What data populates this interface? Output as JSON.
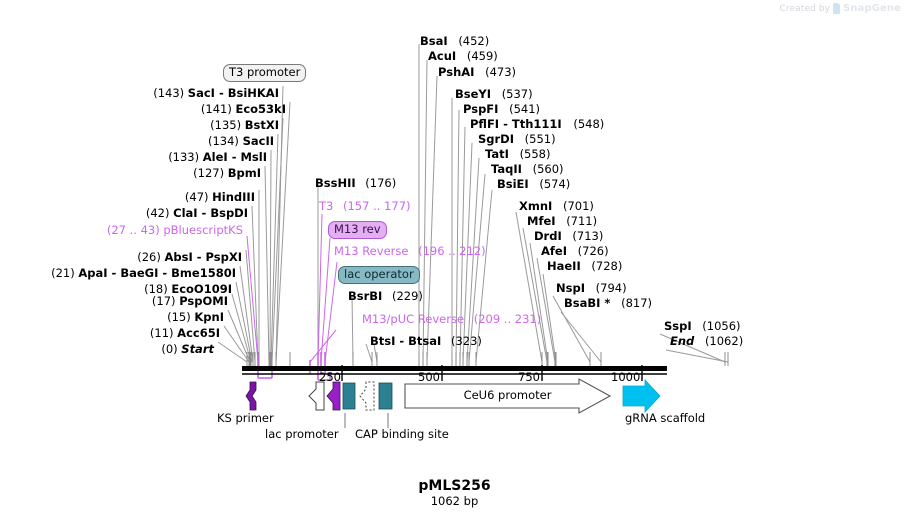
{
  "watermark": {
    "prefix": "Created by",
    "brand": "SnapGene"
  },
  "plasmid": {
    "name": "pMLS256",
    "length": "1062 bp"
  },
  "ruler": {
    "ticks": [
      "250",
      "500",
      "750",
      "1000"
    ],
    "tick_values": [
      250,
      500,
      750,
      1000
    ],
    "start": 0,
    "end": 1062
  },
  "enzymes_left": [
    {
      "name": "SacI",
      "name2": "BsiHKAI",
      "pos": "(143)",
      "order": "pos-first"
    },
    {
      "name": "Eco53kI",
      "pos": "(141)",
      "order": "pos-first"
    },
    {
      "name": "BstXI",
      "pos": "(135)",
      "order": "pos-first"
    },
    {
      "name": "SacII",
      "pos": "(134)",
      "order": "pos-first"
    },
    {
      "name": "AleI",
      "name2": "MslI",
      "pos": "(133)",
      "order": "pos-first"
    },
    {
      "name": "BpmI",
      "pos": "(127)",
      "order": "pos-first"
    },
    {
      "name": "HindIII",
      "pos": "(47)",
      "order": "pos-first"
    },
    {
      "name": "ClaI",
      "name2": "BspDI",
      "pos": "(42)",
      "order": "pos-first"
    },
    {
      "name": "AbsI",
      "name2": "PspXI",
      "pos": "(26)",
      "order": "pos-first"
    },
    {
      "name": "ApaI",
      "name2": "BaeGI",
      "name3": "Bme1580I",
      "pos": "(21)",
      "order": "pos-first"
    },
    {
      "name": "EcoO109I",
      "pos": "(18)",
      "order": "pos-first"
    },
    {
      "name": "PspOMI",
      "pos": "(17)",
      "order": "pos-first"
    },
    {
      "name": "KpnI",
      "pos": "(15)",
      "order": "pos-first"
    },
    {
      "name": "Acc65I",
      "pos": "(11)",
      "order": "pos-first"
    },
    {
      "name": "Start",
      "pos": "(0)",
      "order": "pos-first",
      "italic": true
    }
  ],
  "enzymes_mid": [
    {
      "name": "BssHII",
      "pos": "(176)"
    },
    {
      "name": "BsrBI",
      "pos": "(229)"
    },
    {
      "name": "BtsI",
      "name2": "BtsaI",
      "pos": "(323)"
    }
  ],
  "enzymes_right": [
    {
      "name": "BsaI",
      "pos": "(452)"
    },
    {
      "name": "AcuI",
      "pos": "(459)"
    },
    {
      "name": "PshAI",
      "pos": "(473)"
    },
    {
      "name": "BseYI",
      "pos": "(537)"
    },
    {
      "name": "PspFI",
      "pos": "(541)"
    },
    {
      "name": "PflFI",
      "name2": "Tth111I",
      "pos": "(548)"
    },
    {
      "name": "SgrDI",
      "pos": "(551)"
    },
    {
      "name": "TatI",
      "pos": "(558)"
    },
    {
      "name": "TaqII",
      "pos": "(560)"
    },
    {
      "name": "BsiEI",
      "pos": "(574)"
    },
    {
      "name": "XmnI",
      "pos": "(701)"
    },
    {
      "name": "MfeI",
      "pos": "(711)"
    },
    {
      "name": "DrdI",
      "pos": "(713)"
    },
    {
      "name": "AfeI",
      "pos": "(726)"
    },
    {
      "name": "HaeII",
      "pos": "(728)"
    },
    {
      "name": "NspI",
      "pos": "(794)"
    },
    {
      "name": "BsaBI *",
      "pos": "(817)"
    },
    {
      "name": "SspI",
      "pos": "(1056)"
    },
    {
      "name": "End",
      "pos": "(1062)",
      "italic": true
    }
  ],
  "primer_labels": [
    {
      "name": "T3",
      "range": "(157 .. 177)"
    },
    {
      "name": "M13 Reverse",
      "range": "(196 .. 212)"
    },
    {
      "name": "M13/pUC Reverse",
      "range": "(209 .. 231)"
    },
    {
      "name": "pBluescriptKS",
      "range": "(27 .. 43)"
    }
  ],
  "boxed_features": [
    {
      "label": "T3 promoter",
      "style": "gray"
    },
    {
      "label": "M13 rev",
      "style": "purple"
    },
    {
      "label": "lac operator",
      "style": "teal"
    }
  ],
  "track_features": [
    {
      "label": "KS primer",
      "kind": "arrow-purple"
    },
    {
      "label": "lac promoter",
      "kind": "arrow-white"
    },
    {
      "label": "CAP binding site",
      "kind": "box-teal"
    },
    {
      "label": "CeU6 promoter",
      "kind": "arrow-white-large"
    },
    {
      "label": "gRNA scaffold",
      "kind": "arrow-cyan"
    }
  ],
  "colors": {
    "purple": "#cc66ee",
    "primer_purple": "#7d12a8",
    "teal": "#2d7f92",
    "cyan": "#00c0f0",
    "backbone": "#000000",
    "leader": "#8c8c8c",
    "watermark": "#d9dde2"
  }
}
